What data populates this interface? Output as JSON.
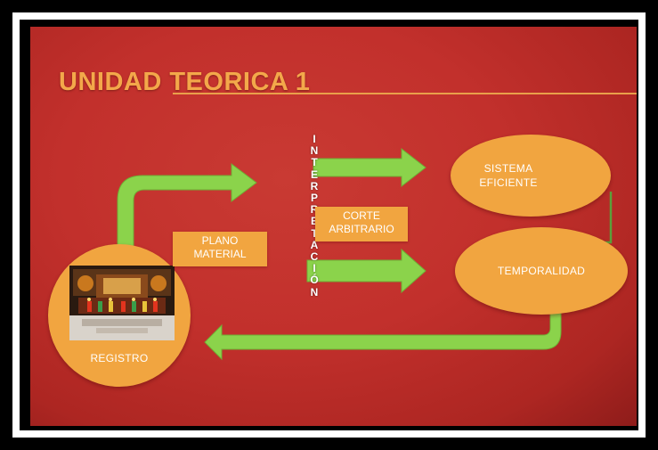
{
  "title": "UNIDAD TEORICA 1",
  "vertical_word": [
    "I",
    "N",
    "T",
    "E",
    "R",
    "P",
    "R",
    "E",
    "T",
    "A",
    "C",
    "I",
    "Ó",
    "N"
  ],
  "nodes": {
    "sistema": [
      "SISTEMA",
      "EFICIENTE"
    ],
    "temporalidad": "TEMPORALIDAD",
    "registro": "REGISTRO"
  },
  "boxes": {
    "plano": [
      "PLANO",
      "MATERIAL"
    ],
    "corte": [
      "CORTE",
      "ARBITRARIO"
    ]
  },
  "colors": {
    "background": "#c2302c",
    "node_fill": "#f1a540",
    "arrow": "#8bd34b",
    "connector": "#5aa03a",
    "title": "#f3a84a"
  },
  "photo": "altar-with-candles-photo"
}
